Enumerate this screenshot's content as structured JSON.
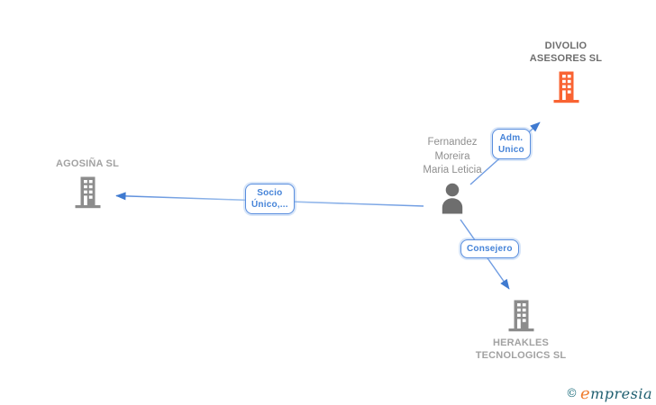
{
  "diagram": {
    "companies": [
      {
        "id": "divolio",
        "name": "DIVOLIO ASESORES SL",
        "name_lines": [
          "DIVOLIO",
          "ASESORES SL"
        ],
        "icon": "building-icon",
        "icon_color": "#f96332",
        "role": "main"
      },
      {
        "id": "agosina",
        "name": "AGOSIÑA SL",
        "name_lines": [
          "AGOSIÑA SL"
        ],
        "icon": "building-icon",
        "icon_color": "#8c8c8c",
        "role": "related"
      },
      {
        "id": "herakles",
        "name": "HERAKLES TECNOLOGICS SL",
        "name_lines": [
          "HERAKLES",
          "TECNOLOGICS SL"
        ],
        "icon": "building-icon",
        "icon_color": "#8c8c8c",
        "role": "related"
      }
    ],
    "person": {
      "name": "Fernandez Moreira Maria Leticia",
      "name_lines": [
        "Fernandez",
        "Moreira",
        "Maria Leticia"
      ],
      "icon": "person-icon",
      "icon_color": "#6e6e6e"
    },
    "relationships": [
      {
        "label": "Adm. Unico",
        "label_lines": [
          "Adm.",
          "Unico"
        ],
        "from": "person",
        "to": "divolio"
      },
      {
        "label": "Socio Único,...",
        "label_lines": [
          "Socio",
          "Único,..."
        ],
        "from": "person",
        "to": "agosina"
      },
      {
        "label": "Consejero",
        "label_lines": [
          "Consejero"
        ],
        "from": "person",
        "to": "herakles"
      }
    ],
    "colors": {
      "edge_line": "#6f9ce2",
      "edge_arrow": "#3f7ad0",
      "label_border": "#5a8ede",
      "label_text": "#4583d8",
      "main_company_text": "#6e6e6e",
      "company_text": "#a2a2a2",
      "person_text": "#8f8f8f",
      "building_orange": "#f96332",
      "building_gray": "#8c8c8c",
      "person_icon": "#6e6e6e"
    }
  },
  "footer": {
    "copyright_symbol": "©",
    "brand": "empresia",
    "brand_initial": "e",
    "brand_rest": "mpresia"
  }
}
